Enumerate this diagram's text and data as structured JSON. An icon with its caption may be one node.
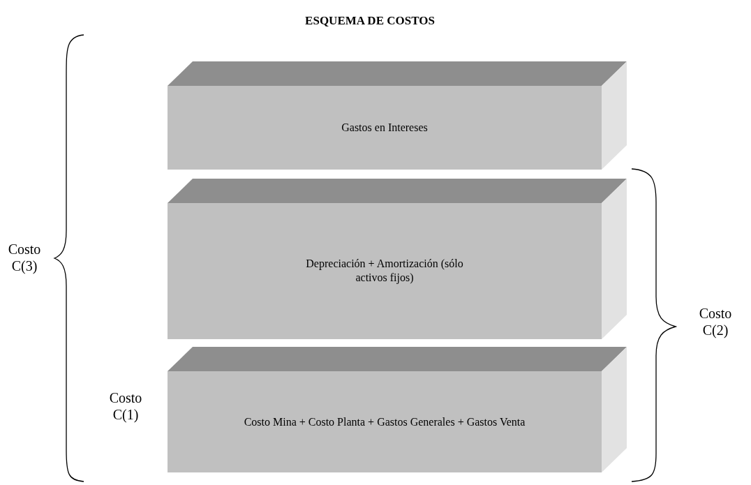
{
  "diagram": {
    "title": "ESQUEMA DE COSTOS",
    "nodes": [
      {
        "text": [
          "Gastos en Intereses"
        ]
      },
      {
        "text": [
          "Depreciación + Amortización (sólo activos fijos)"
        ]
      },
      {
        "text": [
          "Costo Mina + Costo Planta + Gastos Generales + Gastos Venta"
        ]
      }
    ],
    "labels": [
      "Costo C(3)",
      "Costo C(2)",
      "Costo C(1)"
    ]
  }
}
